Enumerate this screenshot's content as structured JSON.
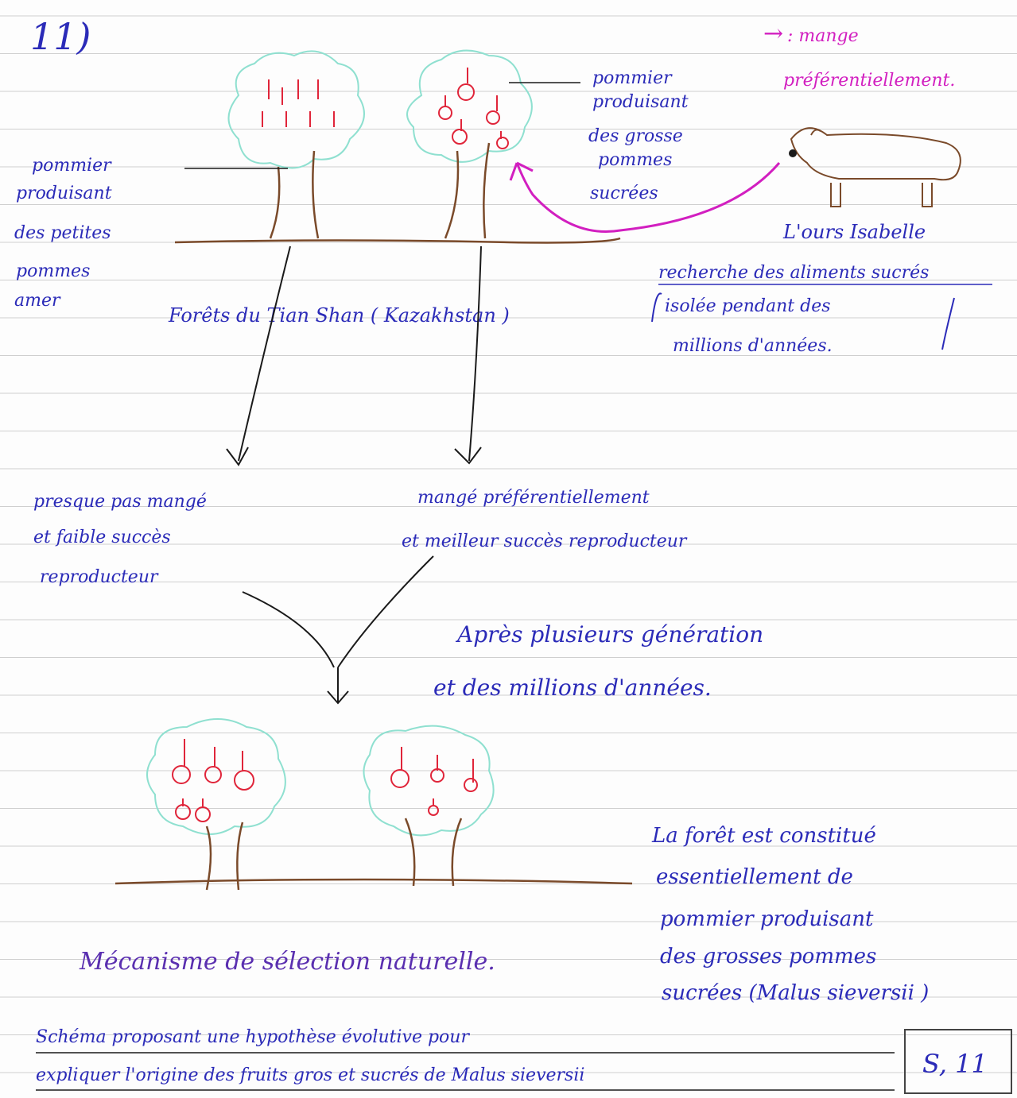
{
  "page": {
    "number": "11)",
    "legend": {
      "arrow": "→",
      "text": ": mange préférentiellement."
    },
    "labels": {
      "tree_big_fruits": [
        "pommier",
        "produisant",
        "des grosse",
        "pommes",
        "sucrées"
      ],
      "tree_small_fruits": [
        "pommier",
        "produisant",
        "des petites",
        "pommes",
        "amer"
      ],
      "forest": "Forêts du Tian Shan ( Kazakhstan )",
      "bear": "L'ours Isabelle",
      "bear_note_1": "recherche des aliments sucrés",
      "bear_note_2": "isolée pendant des",
      "bear_note_3": "millions d'années.",
      "left_outcome": [
        "presque pas mangé",
        "et faible succès",
        "reproducteur"
      ],
      "right_outcome": [
        "mangé préférentiellement",
        "et meilleur succès reproducteur"
      ],
      "generations": [
        "Après plusieurs génération",
        "et des millions d'années."
      ],
      "result": [
        "La forêt est constitué",
        "essentiellement de",
        "pommier produisant",
        "des grosses pommes",
        "sucrées (Malus sieversii )"
      ],
      "mechanism": "Mécanisme de sélection naturelle.",
      "caption_1": "Schéma proposant une hypothèse évolutive pour",
      "caption_2": "expliquer l'origine des fruits gros et sucrés de Malus sieversii",
      "ref": "S, 11"
    }
  },
  "colors": {
    "ink_blue": "#2b2bb8",
    "ink_pink": "#d21fc0",
    "ink_purple": "#5a2fb0",
    "ink_black": "#1a1a1a",
    "fruit_red": "#e0253a",
    "canopy": "#8fe0d0",
    "trunk": "#7a4a2a",
    "ruling": "#cfcfcf"
  }
}
